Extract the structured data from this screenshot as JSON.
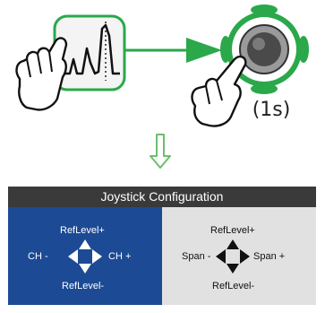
{
  "caption": "(1s)",
  "config": {
    "title": "Joystick Configuration",
    "left": {
      "up": "RefLevel+",
      "down": "RefLevel-",
      "left": "CH -",
      "right": "CH +"
    },
    "right": {
      "up": "RefLevel+",
      "down": "RefLevel-",
      "left": "Span -",
      "right": "Span +"
    }
  },
  "colors": {
    "accent_green": "#2aa84a",
    "arrow_light_green": "#8ccc8c",
    "panel_blue": "#1d4a94",
    "panel_gray": "#e1e1e1",
    "header_dark": "#3a3a3a"
  }
}
